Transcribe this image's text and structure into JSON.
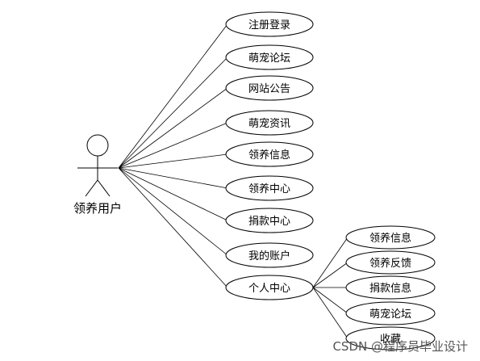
{
  "actor": {
    "label": "领养用户"
  },
  "use_cases": [
    {
      "id": "uc1",
      "label": "注册登录"
    },
    {
      "id": "uc2",
      "label": "萌宠论坛"
    },
    {
      "id": "uc3",
      "label": "网站公告"
    },
    {
      "id": "uc4",
      "label": "萌宠资讯"
    },
    {
      "id": "uc5",
      "label": "领养信息"
    },
    {
      "id": "uc6",
      "label": "领养中心"
    },
    {
      "id": "uc7",
      "label": "捐款中心"
    },
    {
      "id": "uc8",
      "label": "我的账户"
    },
    {
      "id": "uc9",
      "label": "个人中心"
    }
  ],
  "sub_use_cases": [
    {
      "id": "sub1",
      "label": "领养信息"
    },
    {
      "id": "sub2",
      "label": "领养反馈"
    },
    {
      "id": "sub3",
      "label": "捐款信息"
    },
    {
      "id": "sub4",
      "label": "萌宠论坛"
    },
    {
      "id": "sub5",
      "label": "收藏"
    }
  ],
  "watermark": "CSDN @程序员毕业设计"
}
